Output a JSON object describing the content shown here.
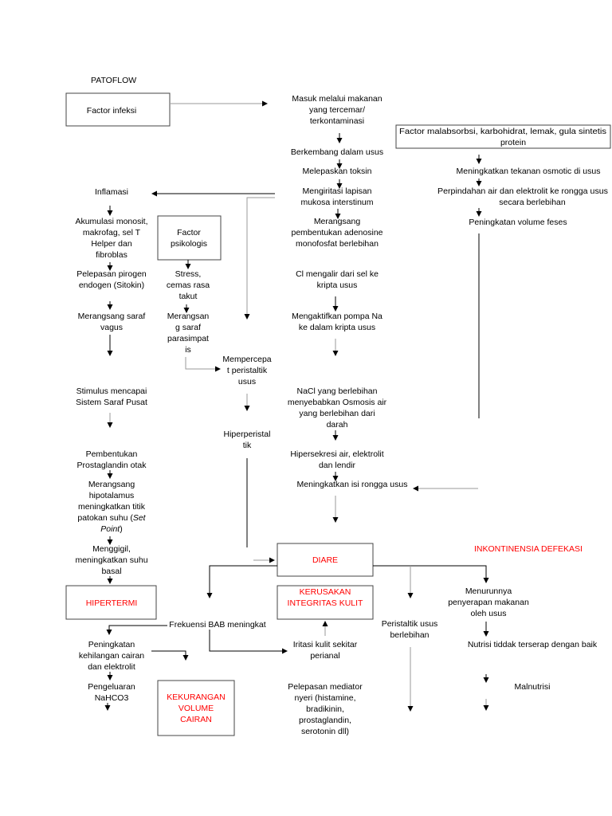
{
  "header": {
    "title": "PATOFLOW"
  },
  "nodes": {
    "factor_infeksi": "Factor infeksi",
    "masuk_makanan": [
      "Masuk melalui makanan",
      "yang tercemar/",
      "terkontaminasi"
    ],
    "factor_malabsorbsi": [
      "Factor malabsorbsi, karbohidrat, lemak, gula sintetis",
      "protein"
    ],
    "berkembang": "Berkembang dalam usus",
    "melepaskan_toksin": "Melepaskan toksin",
    "mengiritasi": [
      "Mengiritasi lapisan",
      "mukosa interstinum"
    ],
    "tekanan_osmotic": "Meningkatkan tekanan osmotic di usus",
    "perpindahan_air": [
      "Perpindahan air dan elektrolit ke rongga usus",
      "secara berlebihan"
    ],
    "volume_feses": "Peningkatan volume feses",
    "inflamasi": "Inflamasi",
    "akumulasi": [
      "Akumulasi monosit,",
      "makrofag, sel T",
      "Helper dan",
      "fibroblas"
    ],
    "factor_psikologis": [
      "Factor",
      "psikologis"
    ],
    "merangsang_adenosine": [
      "Merangsang",
      "pembentukan adenosine",
      "monofosfat berlebihan"
    ],
    "pirogen": [
      "Pelepasan pirogen",
      "endogen (Sitokin)"
    ],
    "stress": [
      "Stress,",
      "cemas rasa",
      "takut"
    ],
    "cl_mengalir": [
      "Cl mengalir dari sel ke",
      "kripta usus"
    ],
    "saraf_vagus": [
      "Merangsang saraf",
      "vagus"
    ],
    "saraf_parasimpatis": [
      "Merangsan",
      "g saraf",
      "parasimpat",
      "is"
    ],
    "pompa_na": [
      "Mengaktifkan pompa Na",
      "ke dalam kripta usus"
    ],
    "mempercepat_peristaltik": [
      "Mempercepa",
      "t peristaltik",
      "usus"
    ],
    "stimulus_ssp": [
      "Stimulus mencapai",
      "Sistem Saraf Pusat"
    ],
    "nacl": [
      "NaCl yang berlebihan",
      "menyebabkan Osmosis air",
      "yang berlebihan dari",
      "darah"
    ],
    "hiperperistaltik": [
      "Hiperperistal",
      "tik"
    ],
    "prostaglandin": [
      "Pembentukan",
      "Prostaglandin otak"
    ],
    "hipersekresi": [
      "Hipersekresi air, elektrolit",
      "dan lendir"
    ],
    "isi_rongga": "Meningkatkan isi rongga usus",
    "hipotalamus": {
      "lines": [
        "Merangsang",
        "hipotalamus",
        "meningkatkan titik"
      ],
      "line4_prefix": "patokan suhu (",
      "line4_italic": "Set",
      "line5_italic": "Point",
      "line5_suffix": ")"
    },
    "menggigil": [
      "Menggigil,",
      "meningkatkan suhu",
      "basal"
    ],
    "frekuensi_bab": "Frekuensi BAB meningkat",
    "peristaltik_berlebihan": [
      "Peristaltik usus",
      "berlebihan"
    ],
    "menurunnya_penyerapan": [
      "Menurunnya",
      "penyerapan makanan",
      "oleh usus"
    ],
    "nutrisi": "Nutrisi tiddak terserap dengan baik",
    "kehilangan_cairan": [
      "Peningkatan",
      "kehilangan cairan",
      "dan elektrolit"
    ],
    "iritasi_kulit": [
      "Iritasi kulit sekitar",
      "perianal"
    ],
    "pengeluaran": [
      "Pengeluaran",
      "NaHCO3"
    ],
    "mediator_nyeri": [
      "Pelepasan mediator",
      "nyeri (histamine,",
      "bradikinin,",
      "prostaglandin,",
      "serotonin dll)"
    ],
    "malnutrisi": "Malnutrisi"
  },
  "diagnoses": {
    "diare": "DIARE",
    "hipertermi": "HIPERTERMI",
    "kerusakan_integritas": [
      "KERUSAKAN",
      "INTEGRITAS KULIT"
    ],
    "kekurangan_volume": [
      "KEKURANGAN",
      "VOLUME",
      "CAIRAN"
    ],
    "inkontinensia": "INKONTINENSIA DEFEKASI"
  },
  "colors": {
    "text": "#000000",
    "diagnosis": "#ff0000",
    "box_border": "#444444",
    "connector": "#000000",
    "connector_light": "#999999",
    "background": "#ffffff"
  }
}
